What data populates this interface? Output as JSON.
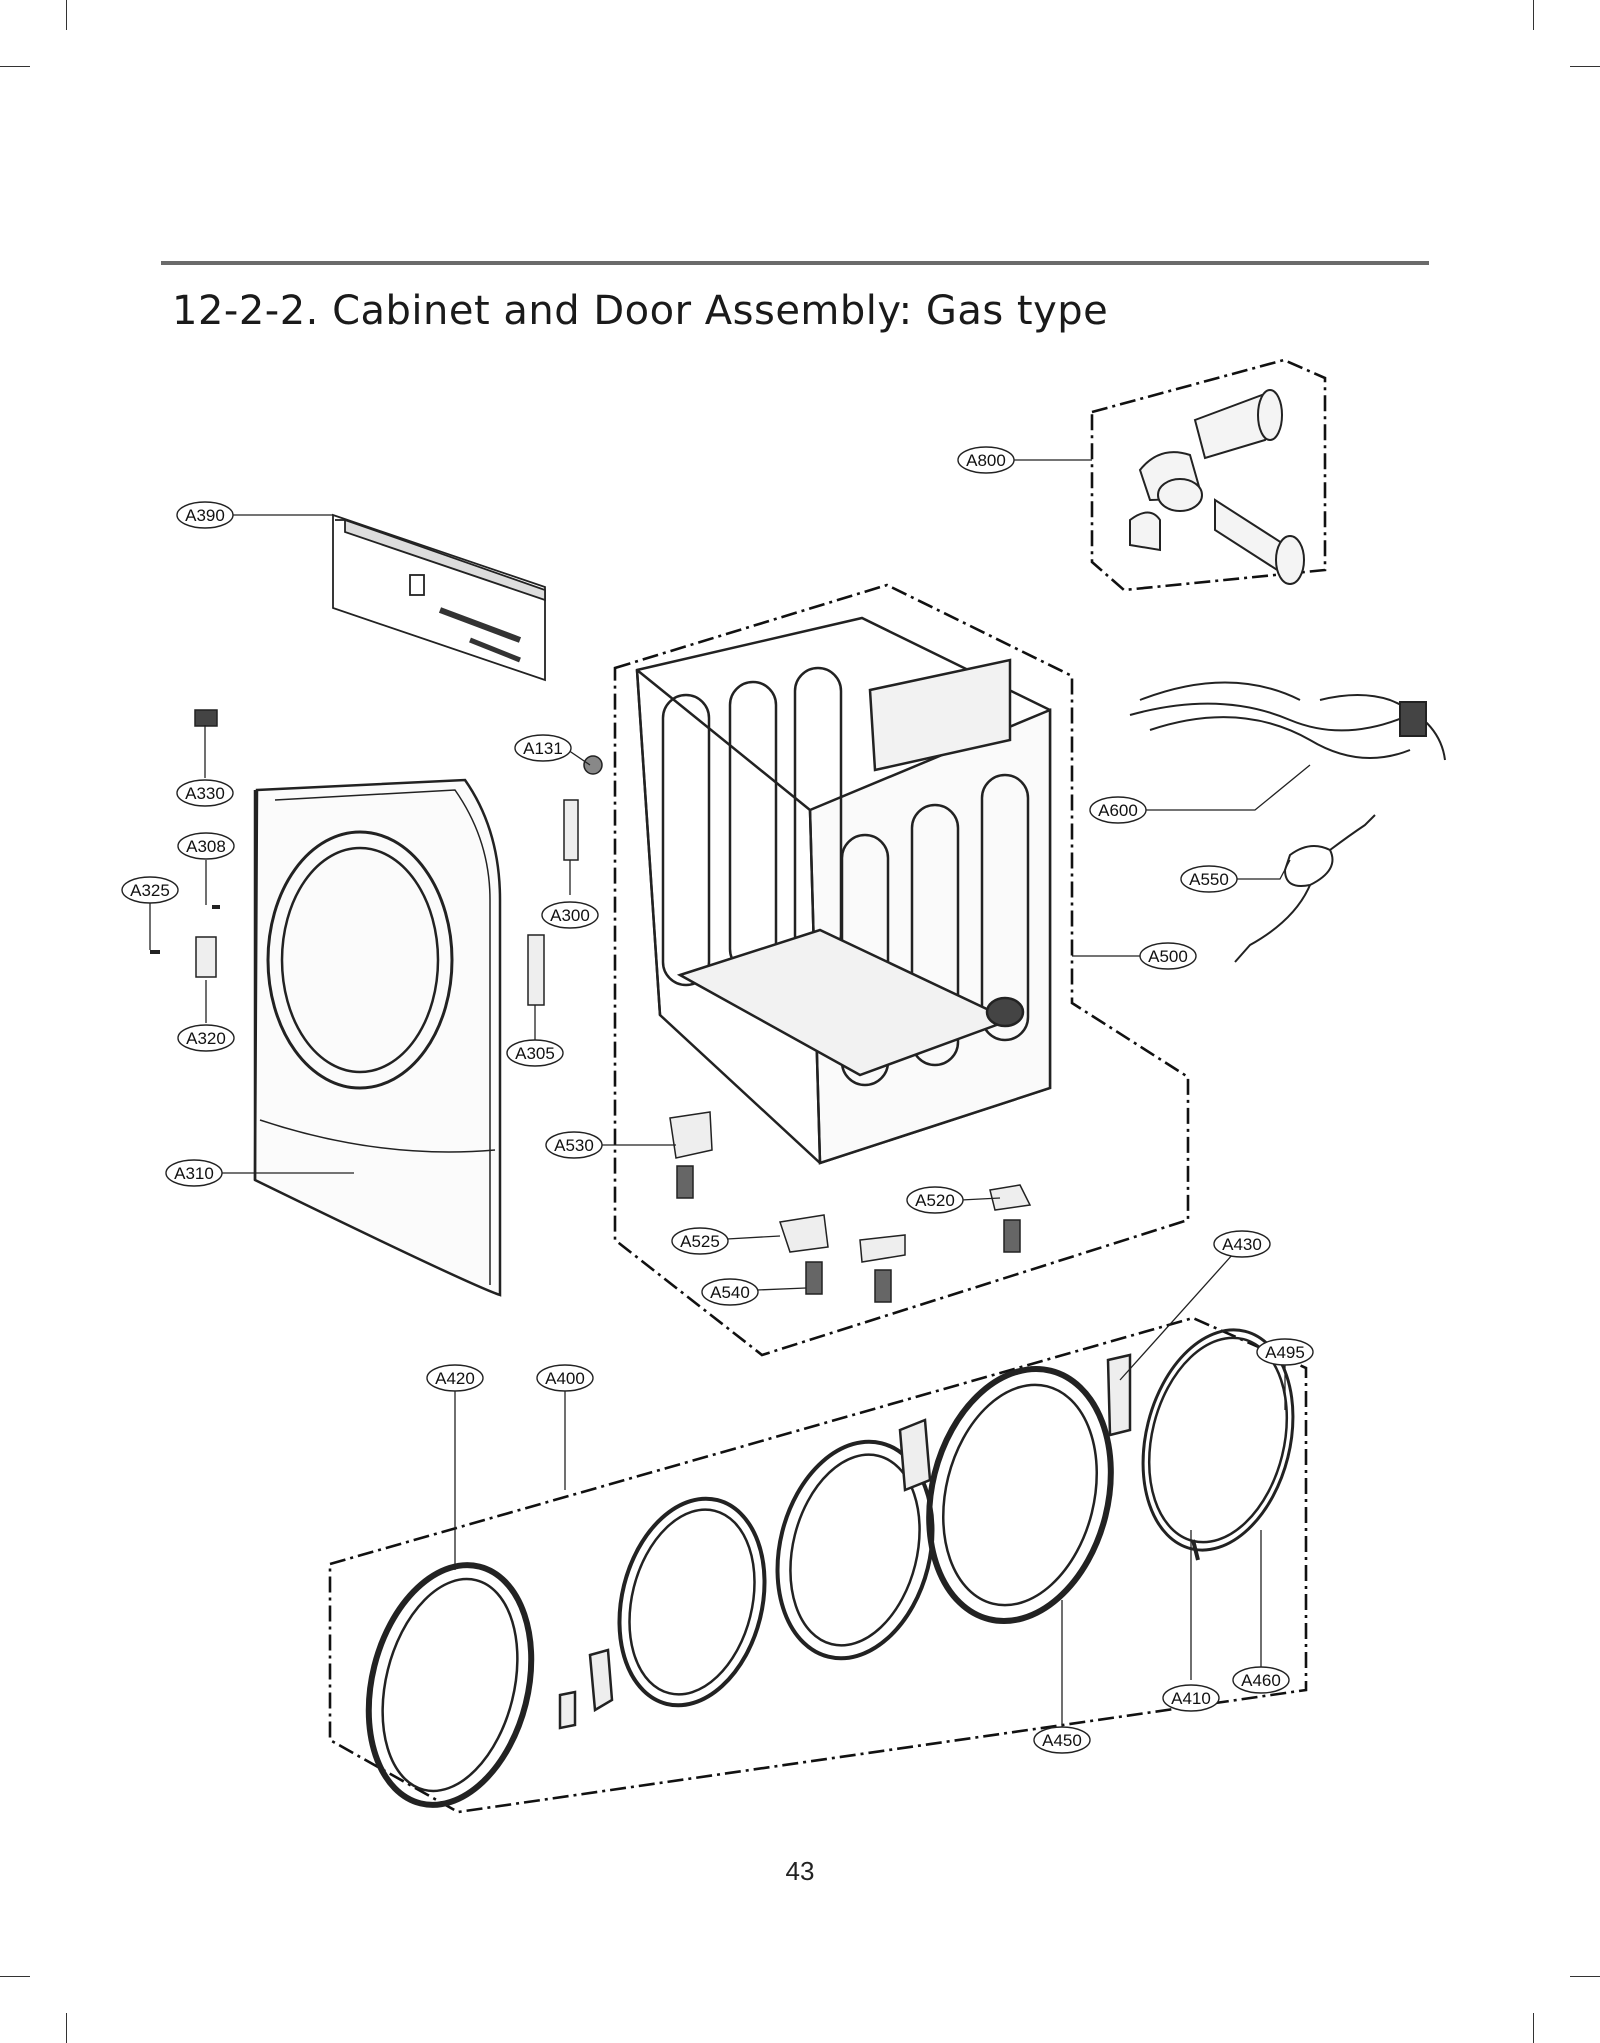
{
  "header": {
    "title": "12-2-2. Cabinet and Door Assembly: Gas type"
  },
  "footer": {
    "page_number": "43"
  },
  "callouts": [
    {
      "id": "A800",
      "label": "A800"
    },
    {
      "id": "A390",
      "label": "A390"
    },
    {
      "id": "A131",
      "label": "A131"
    },
    {
      "id": "A330",
      "label": "A330"
    },
    {
      "id": "A308",
      "label": "A308"
    },
    {
      "id": "A325",
      "label": "A325"
    },
    {
      "id": "A300",
      "label": "A300"
    },
    {
      "id": "A320",
      "label": "A320"
    },
    {
      "id": "A305",
      "label": "A305"
    },
    {
      "id": "A600",
      "label": "A600"
    },
    {
      "id": "A550",
      "label": "A550"
    },
    {
      "id": "A500",
      "label": "A500"
    },
    {
      "id": "A530",
      "label": "A530"
    },
    {
      "id": "A310",
      "label": "A310"
    },
    {
      "id": "A520",
      "label": "A520"
    },
    {
      "id": "A525",
      "label": "A525"
    },
    {
      "id": "A540",
      "label": "A540"
    },
    {
      "id": "A430",
      "label": "A430"
    },
    {
      "id": "A495",
      "label": "A495"
    },
    {
      "id": "A420",
      "label": "A420"
    },
    {
      "id": "A400",
      "label": "A400"
    },
    {
      "id": "A410",
      "label": "A410"
    },
    {
      "id": "A460",
      "label": "A460"
    },
    {
      "id": "A450",
      "label": "A450"
    }
  ]
}
